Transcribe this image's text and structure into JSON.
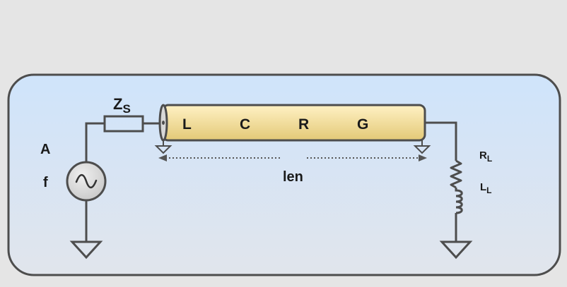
{
  "labels": {
    "source_amplitude": "A",
    "source_frequency": "f",
    "source_impedance": "Z",
    "source_impedance_sub": "S",
    "line_inductance": "L",
    "line_capacitance": "C",
    "line_resistance": "R",
    "line_conductance": "G",
    "line_length": "len",
    "load_resistance": "R",
    "load_resistance_sub": "L",
    "load_inductance": "L",
    "load_inductance_sub": "L"
  },
  "colors": {
    "page_background": "#e5e5e5",
    "panel_gradient_top": "#cfe4fb",
    "panel_gradient_bottom": "#e1e5ec",
    "panel_border": "#4d4d4d",
    "wire": "#4d4d4d",
    "line_gradient_light": "#fff1c4",
    "line_gradient_dark": "#e3c977",
    "source_fill": "#d9d9d9"
  }
}
